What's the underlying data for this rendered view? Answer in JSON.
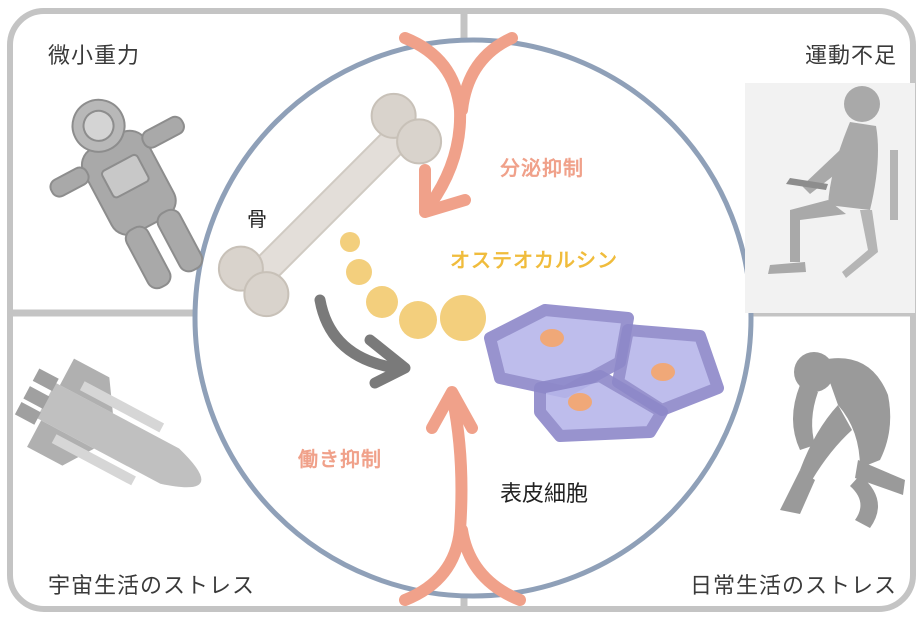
{
  "quadrants": {
    "top_left": "微小重力",
    "top_right": "運動不足",
    "bottom_left": "宇宙生活のストレス",
    "bottom_right": "日常生活のストレス"
  },
  "center": {
    "bone_label": "骨",
    "hormone_label": "オステオカルシン",
    "secretion_label": "分泌抑制",
    "function_label": "働き抑制",
    "cell_label": "表皮細胞"
  },
  "colors": {
    "frame": "#c4c4c4",
    "circle": "#8fa0b8",
    "arrow_inhibit": "#f0a18a",
    "hormone": "#f3cf7d",
    "hormone_text": "#f0bc3c",
    "cells": "#9b98d8",
    "cell_nucleus": "#f0a878",
    "flow_arrow": "#7a7a7a",
    "silhouette": "#a9a9a9"
  },
  "icons": [
    "astronaut-icon",
    "person-at-laptop-icon",
    "space-shuttle-icon",
    "stressed-person-icon",
    "bone-icon"
  ]
}
